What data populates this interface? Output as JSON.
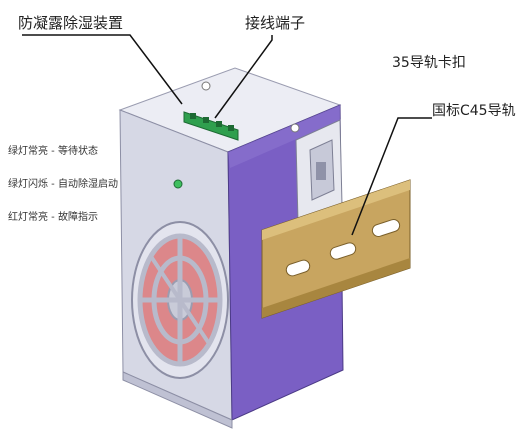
{
  "labels": {
    "device": "防凝露除湿装置",
    "terminal": "接线端子",
    "clip": "35导轨卡扣",
    "rail": "国标C45导轨"
  },
  "status": [
    "绿灯常亮 - 等待状态",
    "绿灯闪烁 - 自动除湿启动",
    "红灯常亮 - 故障指示"
  ],
  "colors": {
    "top": "#ecedf4",
    "front": "#d6d8e5",
    "side": "#7a5fc4",
    "rail": "#c8a560",
    "terminal": "#2f9f4e",
    "fan_red": "#d96060"
  }
}
